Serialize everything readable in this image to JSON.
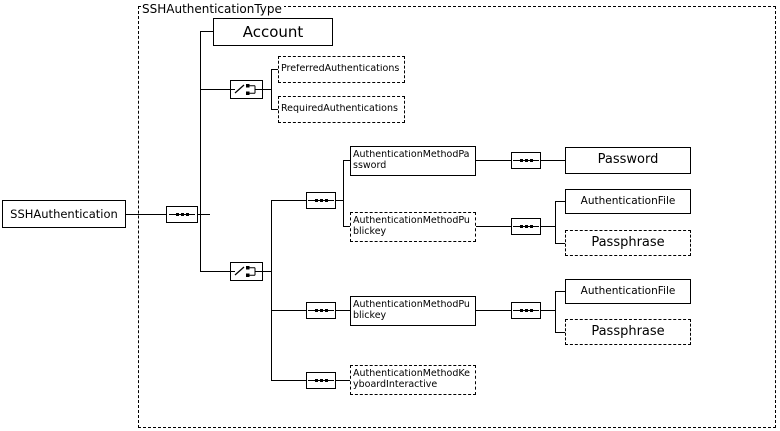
{
  "diagram": {
    "title": "SSHAuthenticationType",
    "type": "xsd-schema-tree",
    "root_element": "SSHAuthentication"
  },
  "container": {
    "label": "SSHAuthenticationType"
  },
  "nodes": {
    "root": {
      "label": "SSHAuthentication",
      "occurrence": "required"
    },
    "account": {
      "label": "Account",
      "occurrence": "required"
    },
    "preferred_authentications": {
      "label": "PreferredAuthentications",
      "occurrence": "optional"
    },
    "required_authentications": {
      "label": "RequiredAuthentications",
      "occurrence": "optional"
    },
    "auth_method_password": {
      "label": "AuthenticationMethodPassword",
      "occurrence": "required"
    },
    "auth_method_publickey_a": {
      "label": "AuthenticationMethodPublickey",
      "occurrence": "optional"
    },
    "auth_method_publickey_b": {
      "label": "AuthenticationMethodPublickey",
      "occurrence": "required"
    },
    "auth_method_keyboard_interactive": {
      "label": "AuthenticationMethodKeyboardInteractive",
      "occurrence": "optional"
    },
    "password": {
      "label": "Password",
      "occurrence": "required"
    },
    "auth_file_a": {
      "label": "AuthenticationFile",
      "occurrence": "required"
    },
    "passphrase_a": {
      "label": "Passphrase",
      "occurrence": "optional"
    },
    "auth_file_b": {
      "label": "AuthenticationFile",
      "occurrence": "required"
    },
    "passphrase_b": {
      "label": "Passphrase",
      "occurrence": "optional"
    }
  },
  "compositors": {
    "root_sequence": {
      "kind": "sequence-icon"
    },
    "top_choice": {
      "kind": "choice-icon"
    },
    "main_choice": {
      "kind": "choice-icon"
    },
    "password_branch_sequence": {
      "kind": "sequence-icon"
    },
    "publickey_a_sequence": {
      "kind": "sequence-icon"
    },
    "publickey_b_sequence": {
      "kind": "sequence-icon"
    },
    "keyboard_sequence": {
      "kind": "sequence-icon"
    },
    "password_leaf_sequence": {
      "kind": "sequence-icon"
    },
    "auth_file_a_sequence": {
      "kind": "sequence-icon"
    }
  },
  "colors": {
    "stroke": "#000000",
    "background": "#ffffff",
    "text": "#000000"
  }
}
